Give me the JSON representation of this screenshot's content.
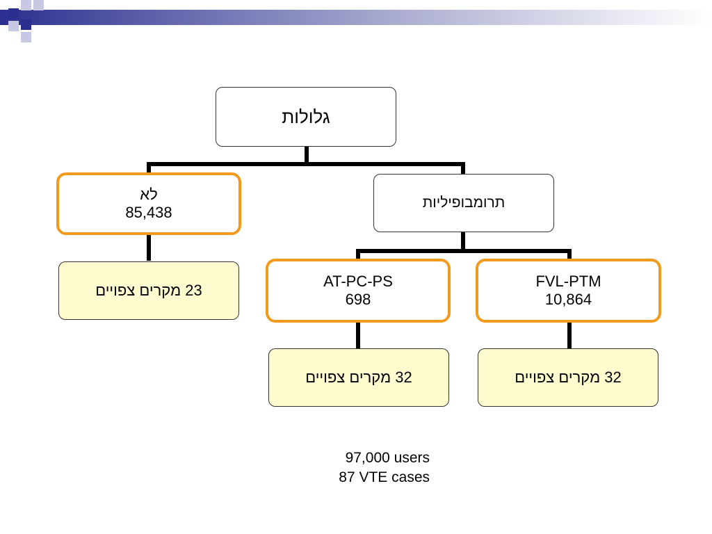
{
  "colors": {
    "header_gradient": [
      "#2b2f8f",
      "#ffffff"
    ],
    "highlight_border": "#f29a1d",
    "result_fill": "#fffdd0",
    "connector": "#000000"
  },
  "diagram": {
    "root": {
      "label": "גלולות"
    },
    "no": {
      "label": "לא",
      "value": "85,438"
    },
    "thrombophilia": {
      "label": "תרומבופיליות"
    },
    "at_pc_ps": {
      "label": "AT-PC-PS",
      "value": "698"
    },
    "fvl_ptm": {
      "label": "FVL-PTM",
      "value": "10,864"
    },
    "result_no": {
      "label": "23 מקרים צפויים"
    },
    "result_at": {
      "label": "32 מקרים צפויים"
    },
    "result_fvl": {
      "label": "32 מקרים צפויים"
    }
  },
  "footer": {
    "users": "97,000 users",
    "cases": "87 VTE cases"
  }
}
